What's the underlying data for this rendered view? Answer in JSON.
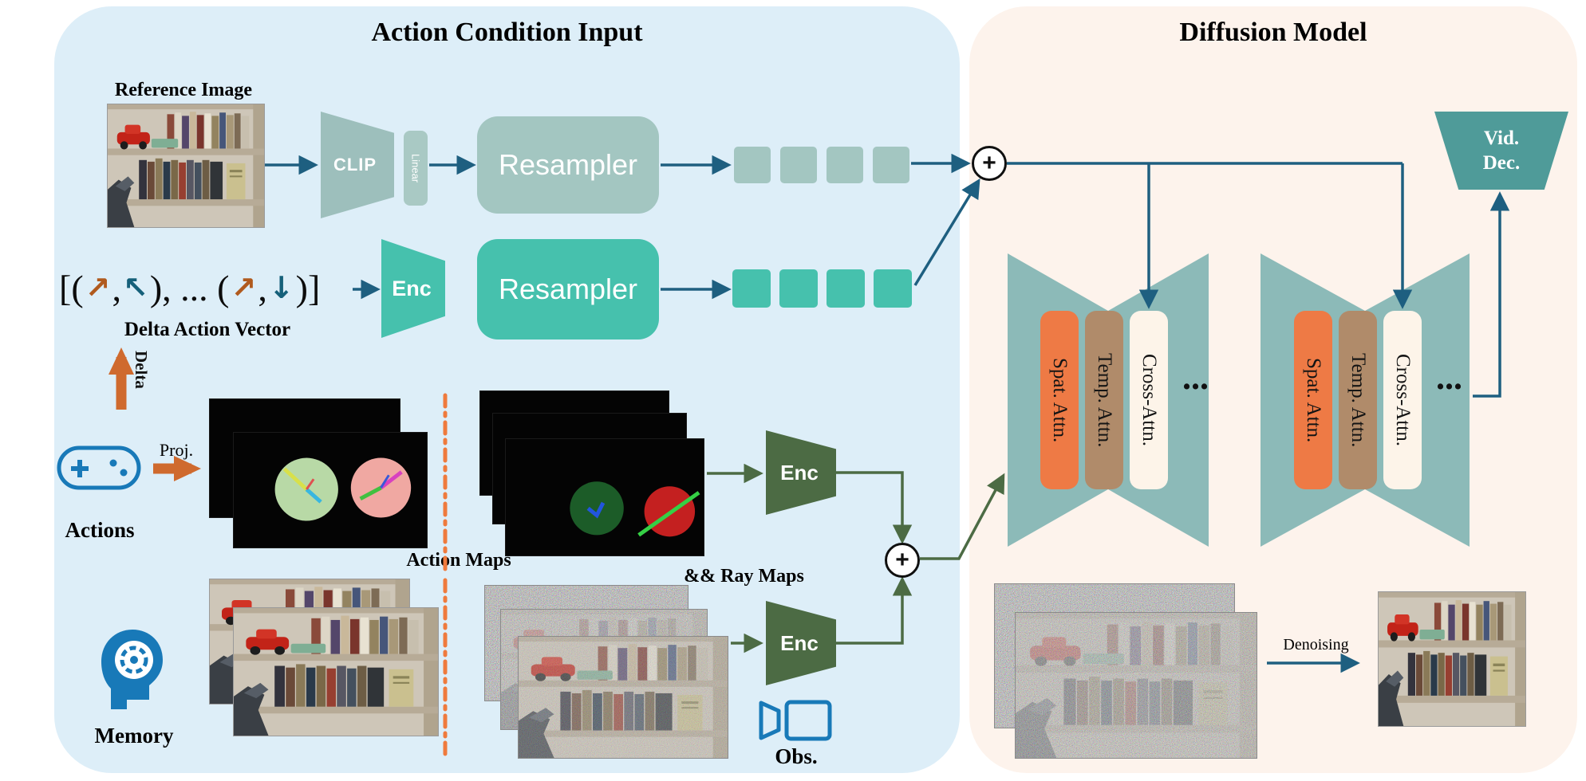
{
  "left_panel": {
    "title": "Action Condition Input",
    "reference_image_label": "Reference Image",
    "clip_label": "CLIP",
    "linear_label": "Linear",
    "resampler_image_label": "Resampler",
    "resampler_action_label": "Resampler",
    "enc_delta_label": "Enc",
    "enc_action_label": "Enc",
    "enc_obs_label": "Enc",
    "delta_vector": {
      "open": "[(",
      "arrow1": "↗",
      "comma1": ",",
      "arrow2": "↖",
      "mid": "), ... (",
      "arrow3": "↗",
      "comma2": ",",
      "arrow4": "↓",
      "close": ")]"
    },
    "delta_vector_label": "Delta Action Vector",
    "delta_arrow_label": "Delta",
    "proj_label": "Proj.",
    "actions_label": "Actions",
    "action_maps_label": "Action Maps",
    "ray_maps_label": "&& Ray Maps",
    "memory_label": "Memory",
    "obs_label": "Obs.",
    "plus_top": "+",
    "plus_bottom": "+"
  },
  "right_panel": {
    "title": "Diffusion Model",
    "blocks": [
      {
        "spat_label": "Spat. Attn.",
        "temp_label": "Temp. Attn.",
        "cross_label": "Cross-Attn.",
        "ellipsis": "..."
      },
      {
        "spat_label": "Spat. Attn.",
        "temp_label": "Temp. Attn.",
        "cross_label": "Cross-Attn.",
        "ellipsis": "..."
      }
    ],
    "vid_dec_line1": "Vid.",
    "vid_dec_line2": "Dec.",
    "denoising_label": "Denoising"
  },
  "colors": {
    "left_panel_bg": "#ddeef8",
    "right_panel_bg": "#fdf3ec",
    "sage": "#a3c6c1",
    "teal": "#46c1ad",
    "dark_green": "#4c6b44",
    "arrow_blue": "#1e5f80",
    "arrow_orange": "#cf6a2e",
    "unet_teal": "#8cbab8",
    "spat_orange": "#ee7a45",
    "temp_tan": "#b08b6a",
    "cross_cream": "#fdf4e9",
    "vid_dec_teal": "#4f9b99",
    "icon_blue": "#1879b8"
  }
}
